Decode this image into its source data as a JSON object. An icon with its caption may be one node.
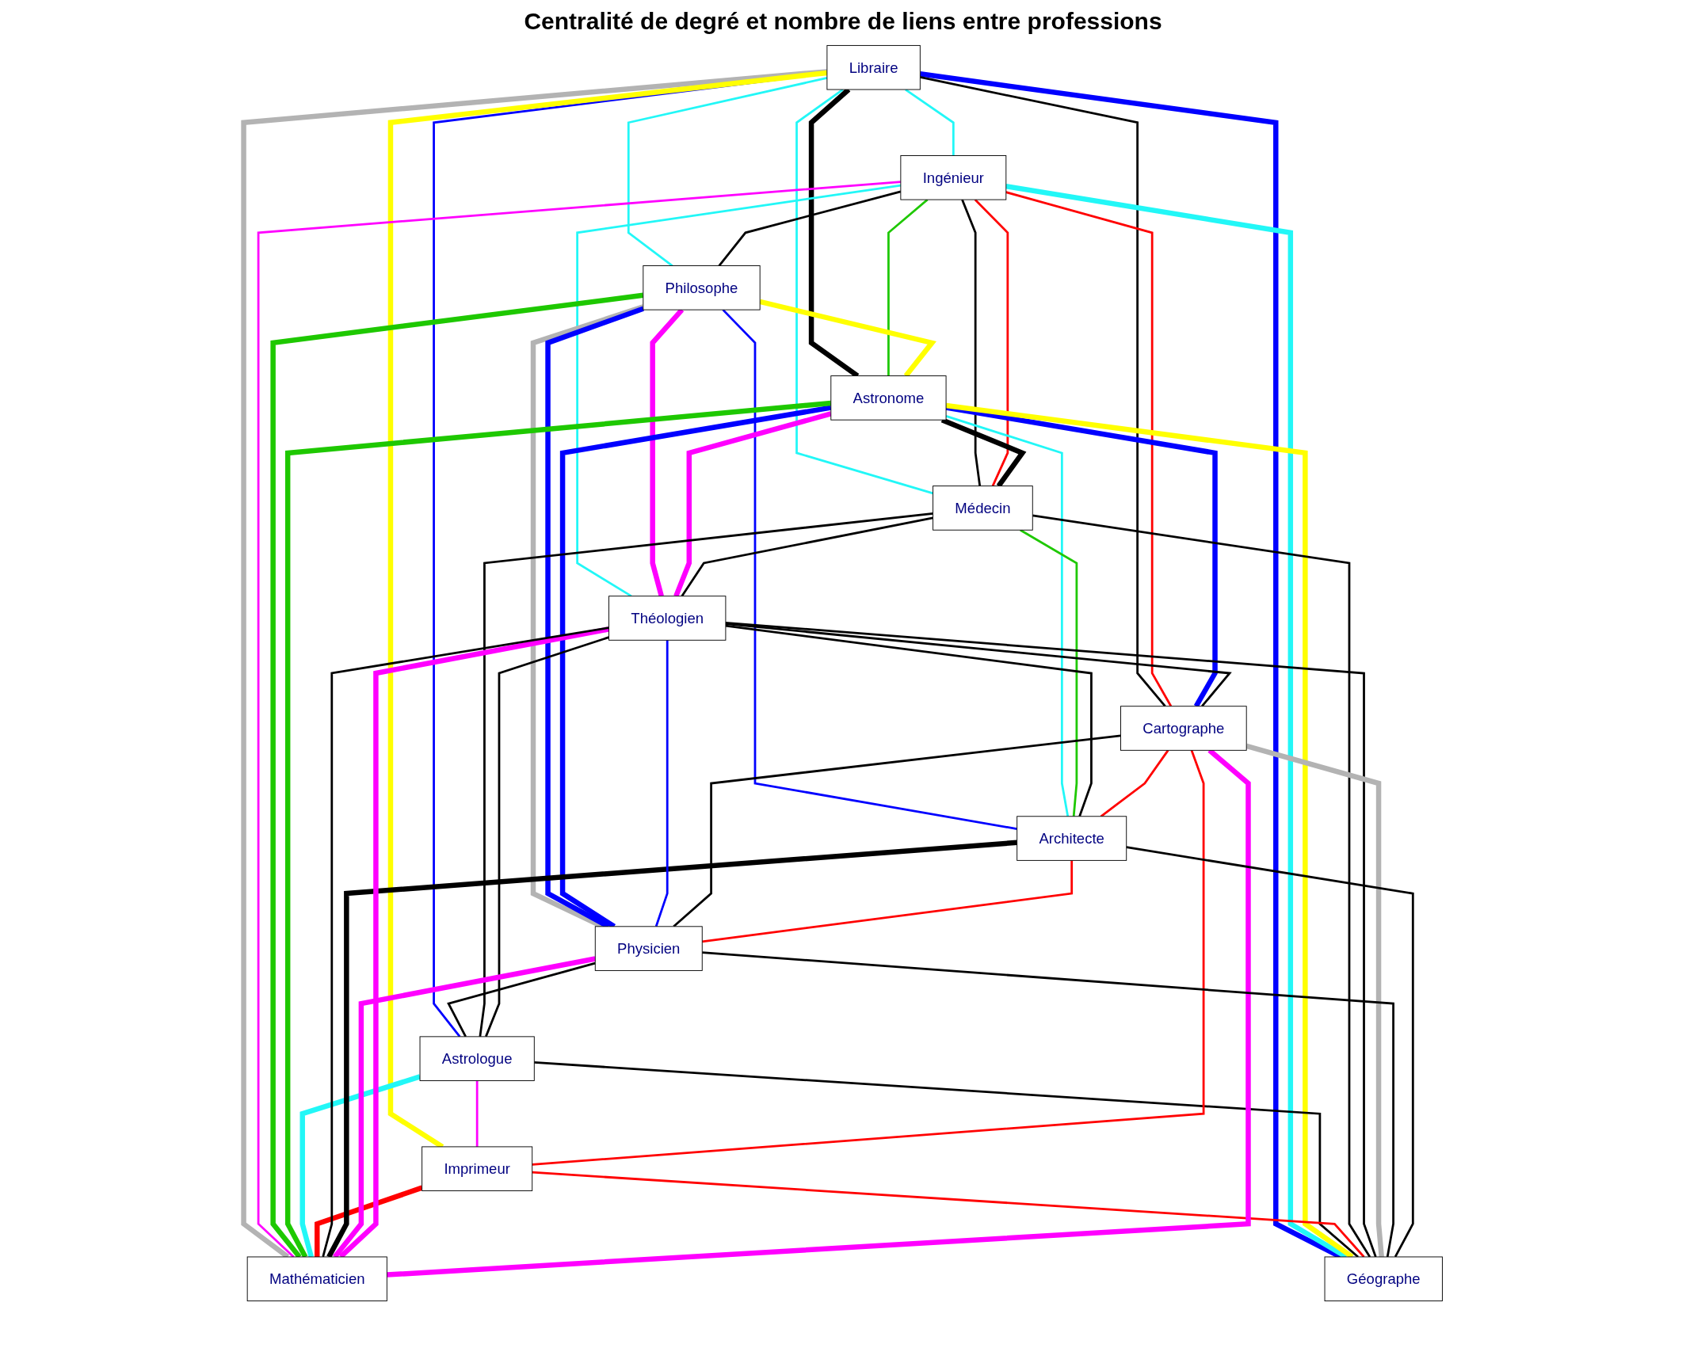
{
  "diagram": {
    "title": "Centralité de degré et nombre de liens entre professions",
    "nodes": [
      {
        "text": [
          "Libraire"
        ]
      },
      {
        "text": [
          "Ingénieur"
        ]
      },
      {
        "text": [
          "Philosophe"
        ]
      },
      {
        "text": [
          "Astronome"
        ]
      },
      {
        "text": [
          "Astrologue"
        ]
      },
      {
        "text": [
          "Imprimeur"
        ]
      },
      {
        "text": [
          "Médecin"
        ]
      },
      {
        "text": [
          "Mathématicien"
        ]
      },
      {
        "text": [
          "Théologien"
        ]
      },
      {
        "text": [
          "Cartographe"
        ]
      },
      {
        "text": [
          "Géographe"
        ]
      },
      {
        "text": [
          "Architecte"
        ]
      },
      {
        "text": [
          "Physicien"
        ]
      }
    ],
    "edges": [
      {
        "from": 0,
        "to": 1,
        "arrow": "none",
        "color": "#22f7f7"
      },
      {
        "from": 0,
        "to": 2,
        "arrow": "none",
        "color": "#22f7f7"
      },
      {
        "from": 0,
        "to": 6,
        "arrow": "none",
        "color": "#22f7f7"
      },
      {
        "from": 0,
        "to": 3,
        "arrow": "none",
        "style": "thick"
      },
      {
        "from": 0,
        "to": 7,
        "arrow": "none",
        "style": "thick",
        "color": "#b3b3b3"
      },
      {
        "from": 0,
        "to": 10,
        "arrow": "none",
        "style": "thick",
        "color": "#0000ff"
      },
      {
        "from": 0,
        "to": 4,
        "arrow": "none",
        "color": "#0000ff"
      },
      {
        "from": 0,
        "to": 9,
        "arrow": "none"
      },
      {
        "from": 0,
        "to": 5,
        "arrow": "none",
        "style": "thick",
        "color": "#ffff00"
      },
      {
        "from": 1,
        "to": 2,
        "arrow": "none"
      },
      {
        "from": 1,
        "to": 6,
        "arrow": "none"
      },
      {
        "from": 1,
        "to": 8,
        "arrow": "none",
        "color": "#22f7f7"
      },
      {
        "from": 1,
        "to": 6,
        "arrow": "none",
        "color": "#ff0000"
      },
      {
        "from": 1,
        "to": 7,
        "arrow": "none",
        "color": "#ff00ff"
      },
      {
        "from": 1,
        "to": 10,
        "arrow": "none",
        "style": "thick",
        "color": "#22f7f7"
      },
      {
        "from": 1,
        "to": 9,
        "arrow": "none",
        "color": "#ff0000"
      },
      {
        "from": 1,
        "to": 3,
        "arrow": "none",
        "color": "#1ec800"
      },
      {
        "from": 2,
        "to": 3,
        "arrow": "none",
        "style": "thick",
        "color": "#ffff00"
      },
      {
        "from": 2,
        "to": 7,
        "arrow": "none",
        "style": "thick",
        "color": "#1ec800"
      },
      {
        "from": 2,
        "to": 12,
        "arrow": "none",
        "style": "thick",
        "color": "#b3b3b3"
      },
      {
        "from": 2,
        "to": 11,
        "arrow": "none",
        "color": "#0000ff"
      },
      {
        "from": 2,
        "to": 8,
        "arrow": "none",
        "style": "thick",
        "color": "#ff00ff"
      },
      {
        "from": 2,
        "to": 12,
        "arrow": "none",
        "style": "thick",
        "color": "#0000ff"
      },
      {
        "from": 3,
        "to": 6,
        "arrow": "none",
        "style": "thick"
      },
      {
        "from": 3,
        "to": 8,
        "arrow": "none",
        "style": "thick",
        "color": "#ff00ff"
      },
      {
        "from": 3,
        "to": 11,
        "arrow": "none",
        "color": "#22f7f7"
      },
      {
        "from": 3,
        "to": 12,
        "arrow": "none",
        "style": "thick",
        "color": "#0000ff"
      },
      {
        "from": 3,
        "to": 7,
        "arrow": "none",
        "style": "thick",
        "color": "#1ec800"
      },
      {
        "from": 3,
        "to": 9,
        "arrow": "none",
        "style": "thick",
        "color": "#0000ff"
      },
      {
        "from": 3,
        "to": 10,
        "arrow": "none",
        "style": "thick",
        "color": "#ffff00"
      },
      {
        "from": 4,
        "to": 5,
        "arrow": "none",
        "color": "#ff00ff"
      },
      {
        "from": 4,
        "to": 6,
        "arrow": "none"
      },
      {
        "from": 4,
        "to": 7,
        "arrow": "none",
        "style": "thick",
        "color": "#22f7f7"
      },
      {
        "from": 4,
        "to": 8,
        "arrow": "none"
      },
      {
        "from": 4,
        "to": 10,
        "arrow": "none"
      },
      {
        "from": 5,
        "to": 7,
        "arrow": "none",
        "style": "thick",
        "color": "#ff0000"
      },
      {
        "from": 5,
        "to": 9,
        "arrow": "none",
        "color": "#ff0000"
      },
      {
        "from": 5,
        "to": 10,
        "arrow": "none",
        "color": "#ff0000"
      },
      {
        "from": 6,
        "to": 8,
        "arrow": "none"
      },
      {
        "from": 6,
        "to": 10,
        "arrow": "none"
      },
      {
        "from": 6,
        "to": 11,
        "arrow": "none",
        "color": "#1ec800"
      },
      {
        "from": 7,
        "to": 11,
        "arrow": "none",
        "style": "thick"
      },
      {
        "from": 7,
        "to": 12,
        "arrow": "none",
        "style": "thick",
        "color": "#ff00ff"
      },
      {
        "from": 7,
        "to": 8,
        "arrow": "none",
        "style": "thick",
        "color": "#ff00ff"
      },
      {
        "from": 7,
        "to": 9,
        "arrow": "none",
        "style": "thick",
        "color": "#ff00ff"
      },
      {
        "from": 8,
        "to": 9,
        "arrow": "none"
      },
      {
        "from": 8,
        "to": 10,
        "arrow": "none"
      },
      {
        "from": 8,
        "to": 7,
        "arrow": "none"
      },
      {
        "from": 8,
        "to": 11,
        "arrow": "none"
      },
      {
        "from": 8,
        "to": 12,
        "arrow": "none",
        "color": "#0000ff"
      },
      {
        "from": 9,
        "to": 11,
        "arrow": "none",
        "color": "#ff0000"
      },
      {
        "from": 9,
        "to": 10,
        "arrow": "none",
        "style": "thick",
        "color": "#b3b3b3"
      },
      {
        "from": 9,
        "to": 12,
        "arrow": "none"
      },
      {
        "from": 10,
        "to": 12,
        "arrow": "none"
      },
      {
        "from": 10,
        "to": 11,
        "arrow": "none"
      },
      {
        "from": 11,
        "to": 12,
        "arrow": "none",
        "color": "#ff0000"
      },
      {
        "from": 12,
        "to": 4,
        "arrow": "none"
      }
    ]
  }
}
